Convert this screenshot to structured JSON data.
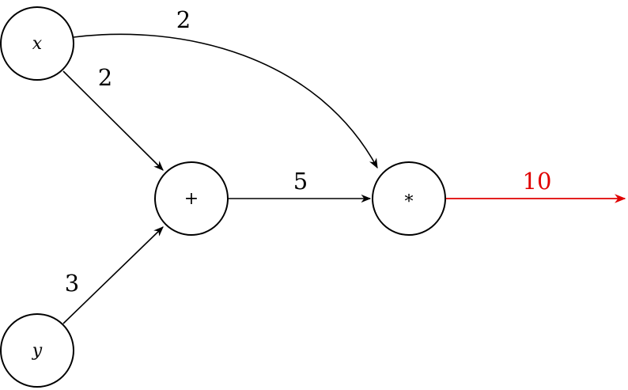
{
  "nodes": {
    "x": {
      "label": "x"
    },
    "y": {
      "label": "y"
    },
    "add": {
      "label": "+"
    },
    "mul": {
      "label": "*"
    }
  },
  "edges": {
    "x_to_mul": {
      "label": "2"
    },
    "x_to_add": {
      "label": "2"
    },
    "y_to_add": {
      "label": "3"
    },
    "add_to_mul": {
      "label": "5"
    },
    "output": {
      "label": "10",
      "color": "#e00000"
    }
  }
}
